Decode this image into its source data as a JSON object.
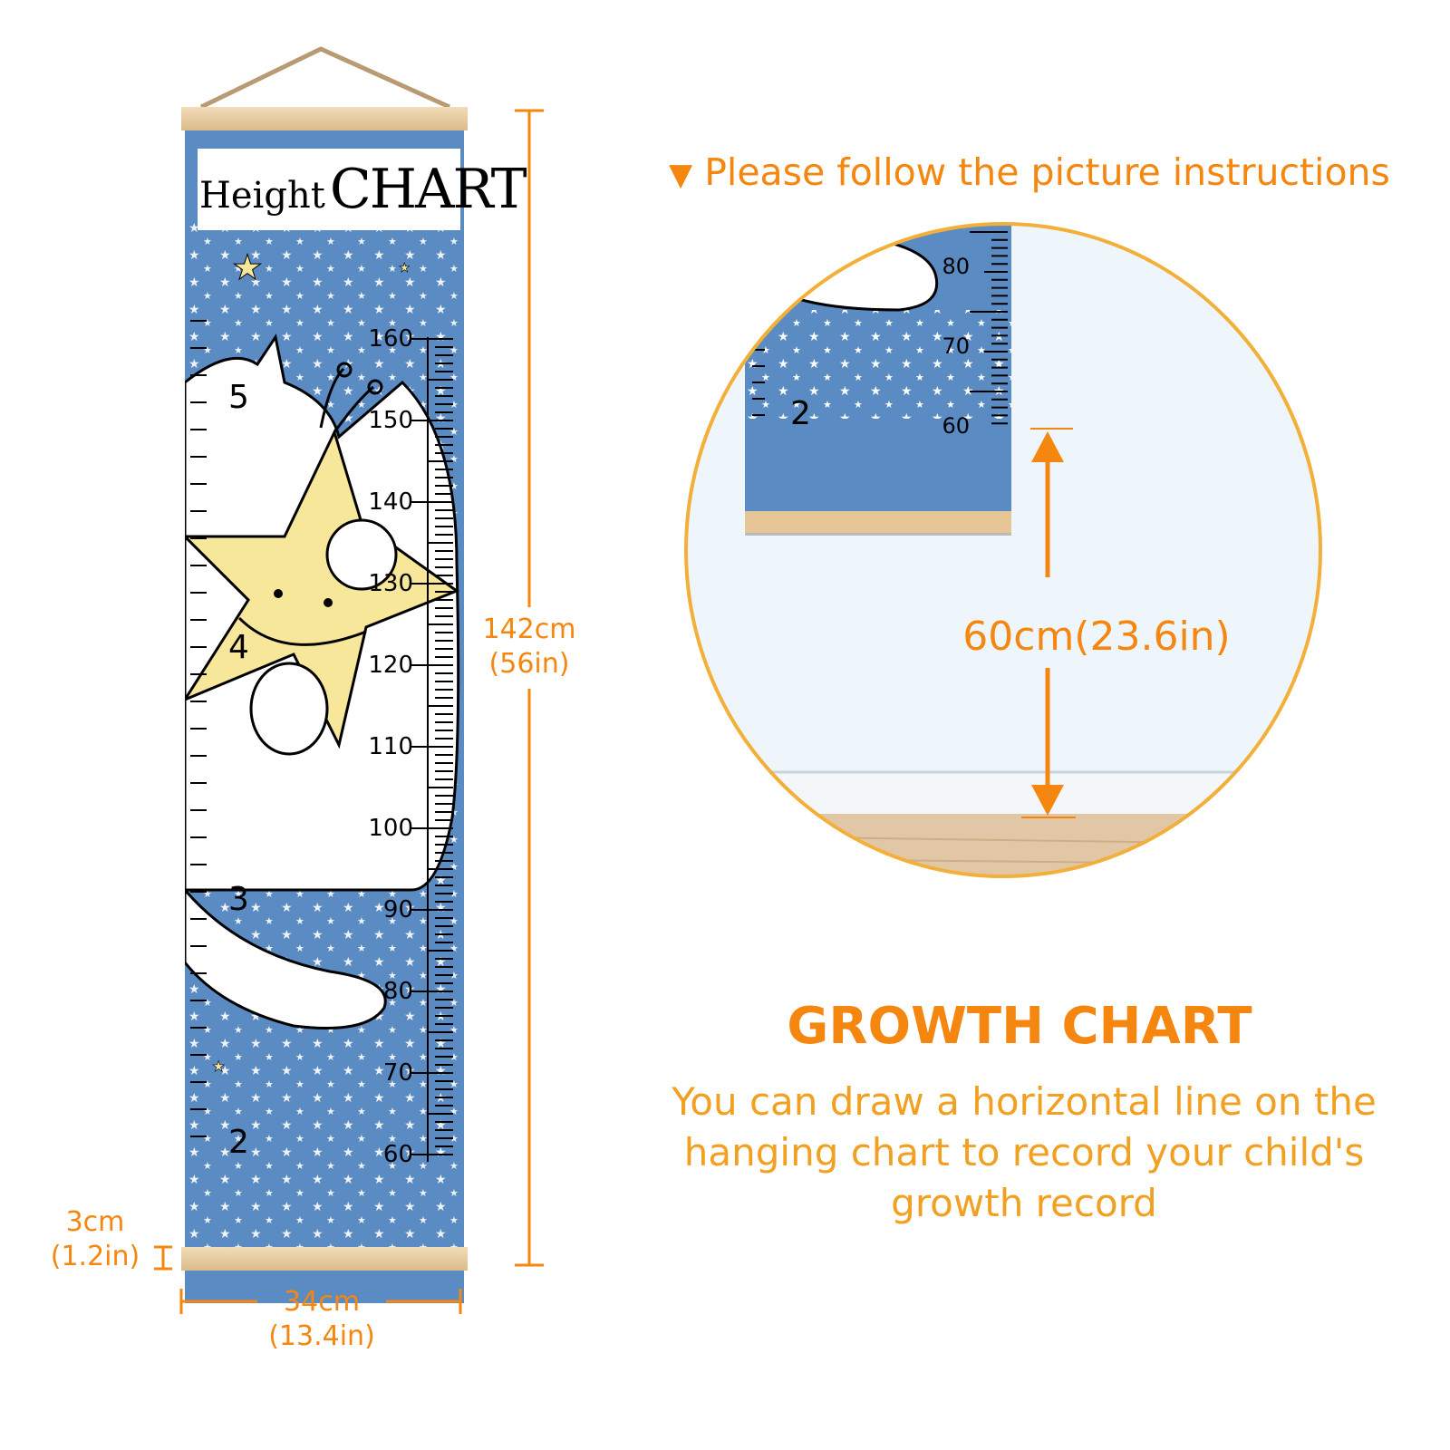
{
  "banner": {
    "title_word1": "Height",
    "title_word2": "CHART",
    "cm_marks": [
      "160",
      "150",
      "140",
      "130",
      "120",
      "110",
      "100",
      "90",
      "80",
      "70",
      "60"
    ],
    "feet_marks": [
      "5",
      "4",
      "3",
      "2"
    ]
  },
  "dimensions": {
    "height_cm": "142cm",
    "height_in": "(56in)",
    "width_cm": "34cm",
    "width_in": "(13.4in)",
    "rod_cm": "3cm",
    "rod_in": "(1.2in)"
  },
  "instructions": {
    "arrow": "▼",
    "text": "Please follow the picture instructions"
  },
  "detail": {
    "cm_marks": [
      "80",
      "70",
      "60"
    ],
    "feet_mark": "2",
    "measure": "60cm(23.6in)"
  },
  "growth": {
    "title": "GROWTH CHART",
    "desc_line1": "You can draw a horizontal line on the",
    "desc_line2": "hanging chart to record your child's",
    "desc_line3": "growth record"
  },
  "colors": {
    "accent": "#f5860f",
    "canvas": "#5b8bc3",
    "wood": "#e8c89a",
    "star": "#f7e79a"
  }
}
